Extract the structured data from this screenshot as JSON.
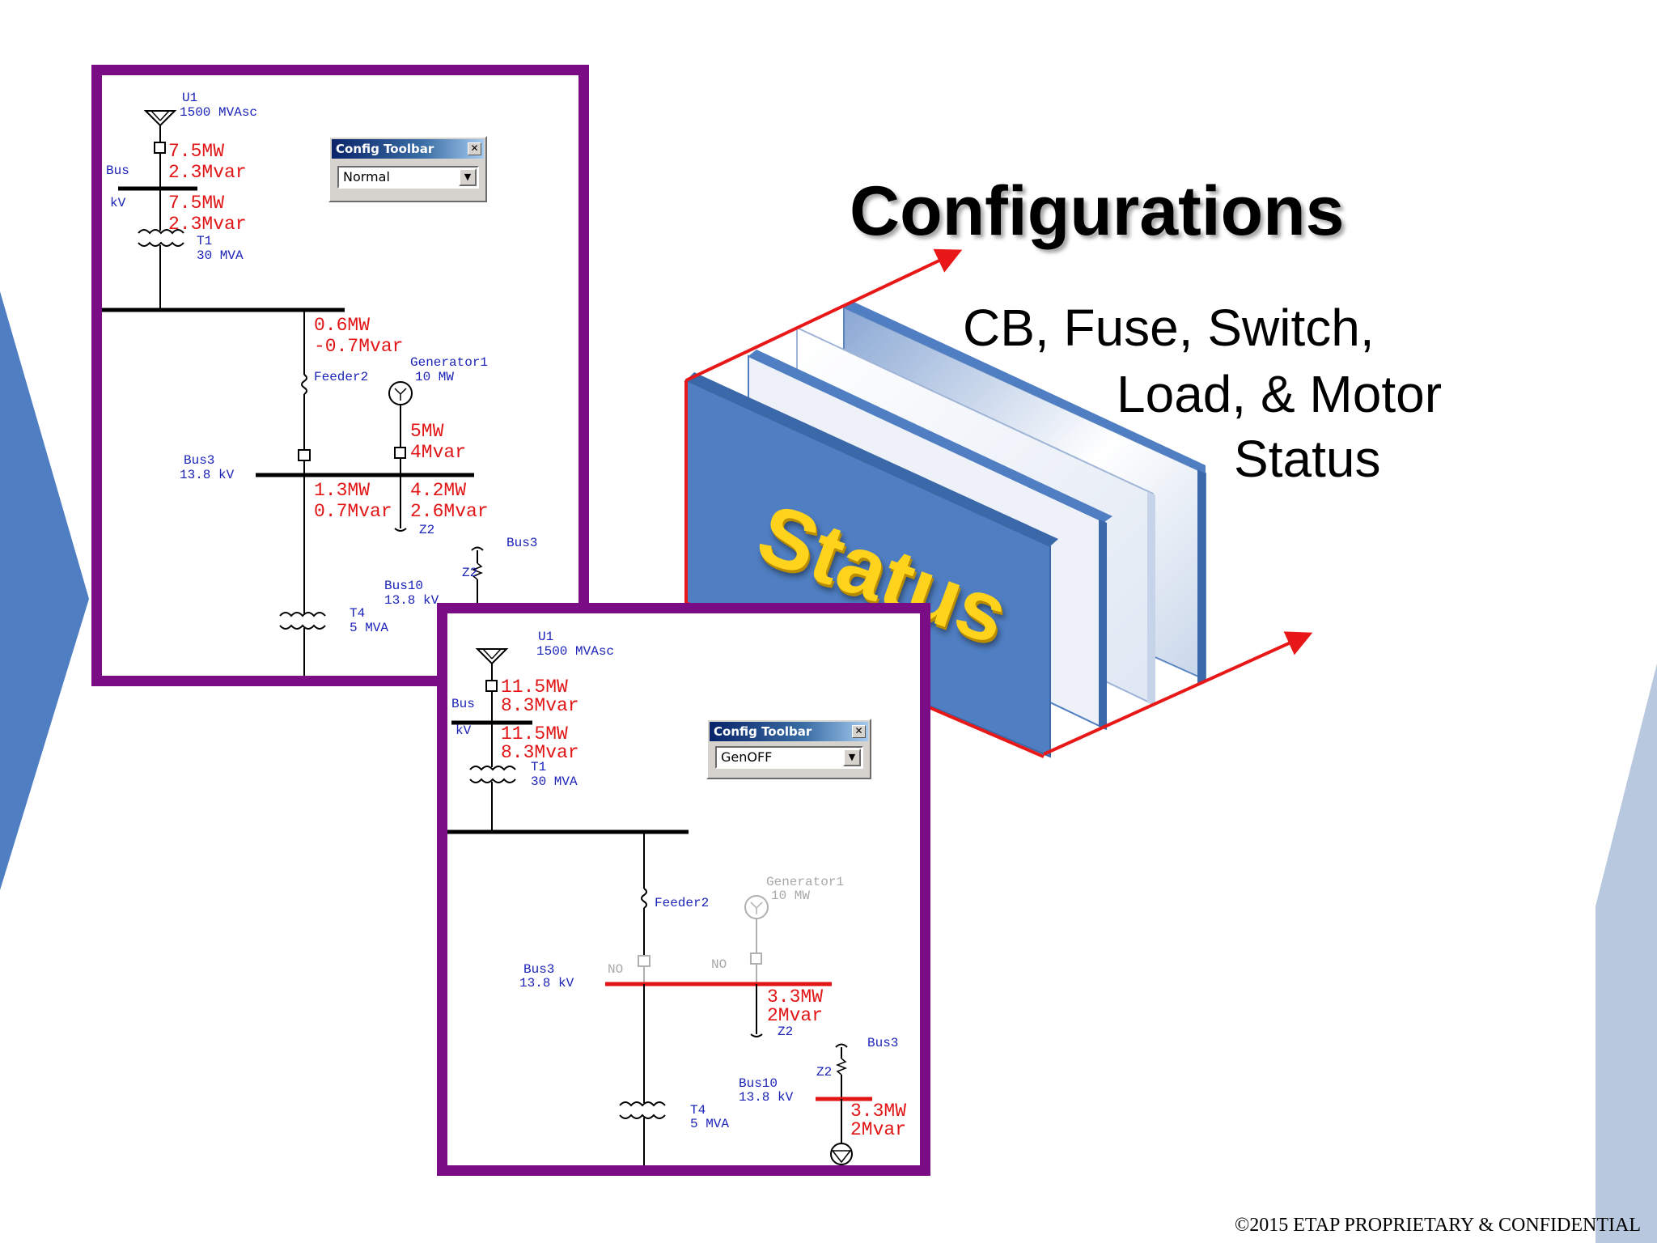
{
  "slide": {
    "title": "Configurations",
    "side_text": [
      "CB, Fuse, Switch,",
      "Load, & Motor",
      "Status"
    ],
    "graphic_label": "Status",
    "footer": "©2015 ETAP PROPRIETARY & CONFIDENTIAL",
    "colors": {
      "frame": "#7a0d86",
      "accent_blue": "#4f7ec2",
      "arrow_red": "#e81818",
      "status_yellow": "#ffd21c"
    }
  },
  "panel_normal": {
    "toolbar": {
      "title": "Config Toolbar",
      "close": "✕",
      "value": "Normal",
      "arrow": "▼"
    },
    "utility": {
      "name": "U1",
      "rating": "1500 MVAsc",
      "mw": "7.5MW",
      "mvar": "2.3Mvar"
    },
    "bus_top": {
      "name": "Bus",
      "kv": "kV"
    },
    "t1": {
      "mw": "7.5MW",
      "mvar": "2.3Mvar",
      "name": "T1",
      "rating": "30 MVA"
    },
    "feeder": {
      "mw": "0.6MW",
      "mvar": "-0.7Mvar",
      "name": "Feeder2"
    },
    "generator": {
      "name": "Generator1",
      "rating": "10 MW",
      "mw": "5MW",
      "mvar": "4Mvar"
    },
    "bus3": {
      "name": "Bus3",
      "kv": "13.8 kV"
    },
    "flow_left": {
      "mw": "1.3MW",
      "mvar": "0.7Mvar"
    },
    "flow_right": {
      "mw": "4.2MW",
      "mvar": "2.6Mvar"
    },
    "z2": "Z2",
    "bus3_b": "Bus3",
    "z2_b": "Z2",
    "bus10": {
      "name": "Bus10",
      "kv": "13.8 kV"
    },
    "t4": {
      "name": "T4",
      "rating": "5 MVA"
    }
  },
  "panel_genoff": {
    "toolbar": {
      "title": "Config Toolbar",
      "close": "✕",
      "value": "GenOFF",
      "arrow": "▼"
    },
    "utility": {
      "name": "U1",
      "rating": "1500 MVAsc",
      "mw": "11.5MW",
      "mvar": "8.3Mvar"
    },
    "bus_top": {
      "name": "Bus",
      "kv": "kV"
    },
    "t1": {
      "mw": "11.5MW",
      "mvar": "8.3Mvar",
      "name": "T1",
      "rating": "30 MVA"
    },
    "feeder": {
      "name": "Feeder2"
    },
    "generator": {
      "name": "Generator1",
      "rating": "10 MW"
    },
    "bus3": {
      "name": "Bus3",
      "kv": "13.8 kV"
    },
    "no_left": "NO",
    "no_right": "NO",
    "flow_right": {
      "mw": "3.3MW",
      "mvar": "2Mvar"
    },
    "z2": "Z2",
    "bus3_b": "Bus3",
    "z2_b": "Z2",
    "bus10": {
      "name": "Bus10",
      "kv": "13.8 kV"
    },
    "t4": {
      "name": "T4",
      "rating": "5 MVA"
    },
    "load": {
      "mw": "3.3MW",
      "mvar": "2Mvar"
    }
  }
}
